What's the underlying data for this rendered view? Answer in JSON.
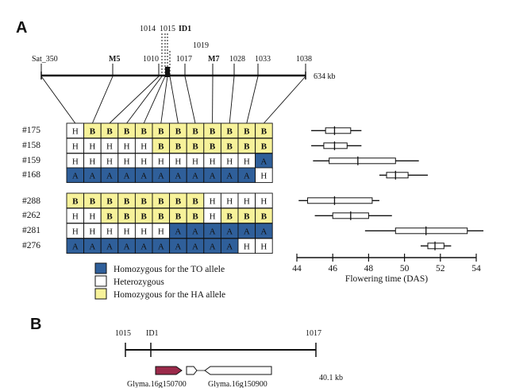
{
  "panel_a": {
    "label": "A",
    "markers": [
      {
        "name": "Sat_350",
        "bold": false
      },
      {
        "name": "M5",
        "bold": true
      },
      {
        "name": "1010",
        "bold": false
      },
      {
        "name": "1014",
        "bold": false
      },
      {
        "name": "1015",
        "bold": false
      },
      {
        "name": "ID1",
        "bold": true
      },
      {
        "name": "1019",
        "bold": false
      },
      {
        "name": "1017",
        "bold": false
      },
      {
        "name": "M7",
        "bold": true
      },
      {
        "name": "1028",
        "bold": false
      },
      {
        "name": "1033",
        "bold": false
      },
      {
        "name": "1038",
        "bold": false
      }
    ],
    "map_length": "634 kb",
    "rows_group1": [
      {
        "id": "#175",
        "genotypes": [
          "H",
          "B",
          "B",
          "B",
          "B",
          "B",
          "B",
          "B",
          "B",
          "B",
          "B",
          "B"
        ]
      },
      {
        "id": "#158",
        "genotypes": [
          "H",
          "H",
          "H",
          "H",
          "H",
          "B",
          "B",
          "B",
          "B",
          "B",
          "B",
          "B"
        ]
      },
      {
        "id": "#159",
        "genotypes": [
          "H",
          "H",
          "H",
          "H",
          "H",
          "H",
          "H",
          "H",
          "H",
          "H",
          "H",
          "A"
        ]
      },
      {
        "id": "#168",
        "genotypes": [
          "A",
          "A",
          "A",
          "A",
          "A",
          "A",
          "A",
          "A",
          "A",
          "A",
          "A",
          "H"
        ]
      }
    ],
    "rows_group2": [
      {
        "id": "#288",
        "genotypes": [
          "B",
          "B",
          "B",
          "B",
          "B",
          "B",
          "B",
          "B",
          "H",
          "H",
          "H",
          "H"
        ]
      },
      {
        "id": "#262",
        "genotypes": [
          "H",
          "H",
          "B",
          "B",
          "B",
          "B",
          "B",
          "B",
          "H",
          "B",
          "B",
          "B"
        ]
      },
      {
        "id": "#281",
        "genotypes": [
          "H",
          "H",
          "H",
          "H",
          "H",
          "H",
          "A",
          "A",
          "A",
          "A",
          "A",
          "A"
        ]
      },
      {
        "id": "#276",
        "genotypes": [
          "A",
          "A",
          "A",
          "A",
          "A",
          "A",
          "A",
          "A",
          "A",
          "A",
          "H",
          "H"
        ]
      }
    ],
    "legend": [
      {
        "label": "Homozygous for the TO allele",
        "color": "#2f5f9a"
      },
      {
        "label": "Heterozygous",
        "color": "#ffffff"
      },
      {
        "label": "Homozygous for the HA allele",
        "color": "#f7f29a"
      }
    ],
    "colors": {
      "A": "#2f5f9a",
      "B": "#f7f29a",
      "H": "#ffffff"
    },
    "flowering_time": {
      "axis_label": "Flowering time (DAS)",
      "ticks": [
        44,
        46,
        48,
        50,
        52,
        54
      ],
      "rows_group1": [
        {
          "id": "#175",
          "min": 44.8,
          "q1": 45.6,
          "median": 46.1,
          "q3": 47.0,
          "max": 47.6
        },
        {
          "id": "#158",
          "min": 44.8,
          "q1": 45.5,
          "median": 46.1,
          "q3": 46.8,
          "max": 47.6
        },
        {
          "id": "#159",
          "min": 44.9,
          "q1": 45.8,
          "median": 47.4,
          "q3": 49.5,
          "max": 50.8
        },
        {
          "id": "#168",
          "min": 48.6,
          "q1": 49.0,
          "median": 49.5,
          "q3": 50.2,
          "max": 51.3
        }
      ],
      "rows_group2": [
        {
          "id": "#288",
          "min": 44.1,
          "q1": 44.6,
          "median": 46.1,
          "q3": 48.2,
          "max": 48.6
        },
        {
          "id": "#262",
          "min": 45.0,
          "q1": 46.0,
          "median": 47.0,
          "q3": 48.0,
          "max": 49.3
        },
        {
          "id": "#281",
          "min": 47.8,
          "q1": 49.5,
          "median": 51.2,
          "q3": 53.5,
          "max": 54.4
        },
        {
          "id": "#276",
          "min": 50.9,
          "q1": 51.3,
          "median": 51.7,
          "q3": 52.2,
          "max": 52.6
        }
      ]
    }
  },
  "panel_b": {
    "label": "B",
    "markers": [
      "1015",
      "ID1",
      "1017"
    ],
    "map_length": "40.1 kb",
    "genes": [
      "Glyma.16g150700",
      "Glyma.16g150900"
    ]
  }
}
